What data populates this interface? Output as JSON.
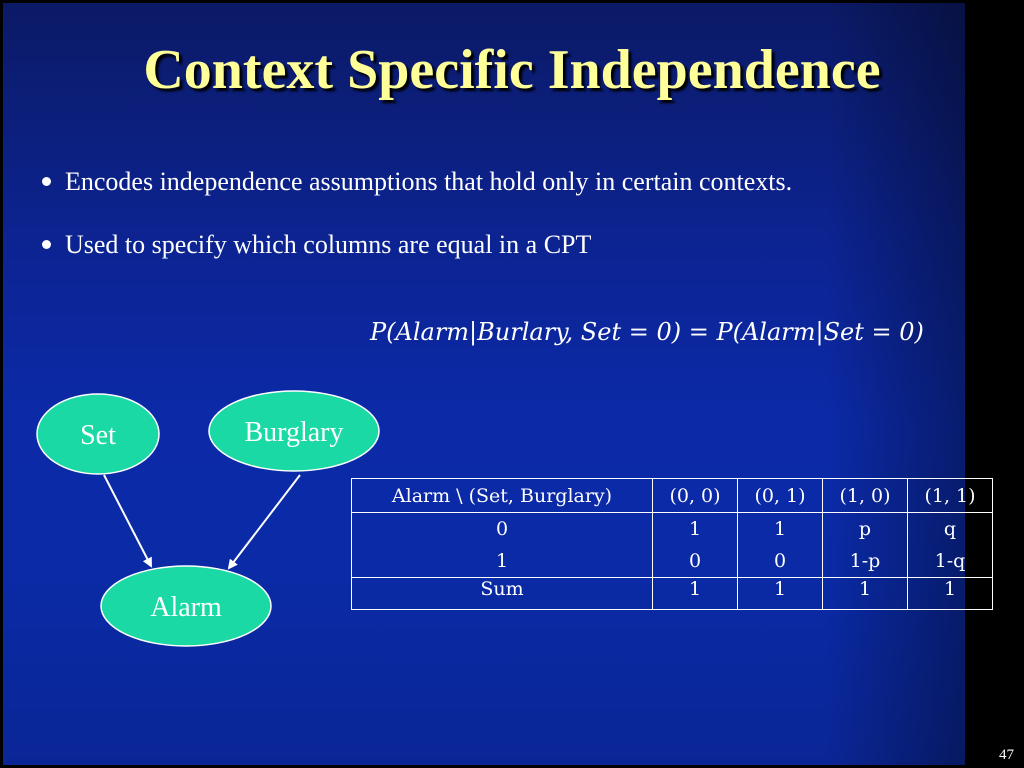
{
  "slide": {
    "title": "Context Specific Independence",
    "bullets": [
      "Encodes independence assumptions that hold only in certain contexts.",
      "Used to specify which columns are equal in a CPT"
    ],
    "formula": "P(Alarm|Burlary, Set = 0) = P(Alarm|Set = 0)",
    "page_number": "47"
  },
  "diagram": {
    "nodes": [
      {
        "id": "set",
        "label": "Set"
      },
      {
        "id": "burglary",
        "label": "Burglary"
      },
      {
        "id": "alarm",
        "label": "Alarm"
      }
    ],
    "edges": [
      {
        "from": "Set",
        "to": "Alarm"
      },
      {
        "from": "Burglary",
        "to": "Alarm"
      }
    ],
    "node_fill": "#1ad9a4",
    "node_stroke": "#ffffff"
  },
  "cpt": {
    "header": {
      "row_label": "Alarm \\ (Set, Burglary)",
      "columns": [
        "(0, 0)",
        "(0, 1)",
        "(1, 0)",
        "(1, 1)"
      ]
    },
    "rows": [
      {
        "alarm": "0",
        "values": [
          "1",
          "1",
          "p",
          "q"
        ]
      },
      {
        "alarm": "1",
        "values": [
          "0",
          "0",
          "1-p",
          "1-q"
        ]
      }
    ],
    "sum": {
      "label": "Sum",
      "values": [
        "1",
        "1",
        "1",
        "1"
      ]
    }
  },
  "colors": {
    "title": "#ffff99",
    "text": "#ffffff",
    "background": "#0c2aa8"
  }
}
